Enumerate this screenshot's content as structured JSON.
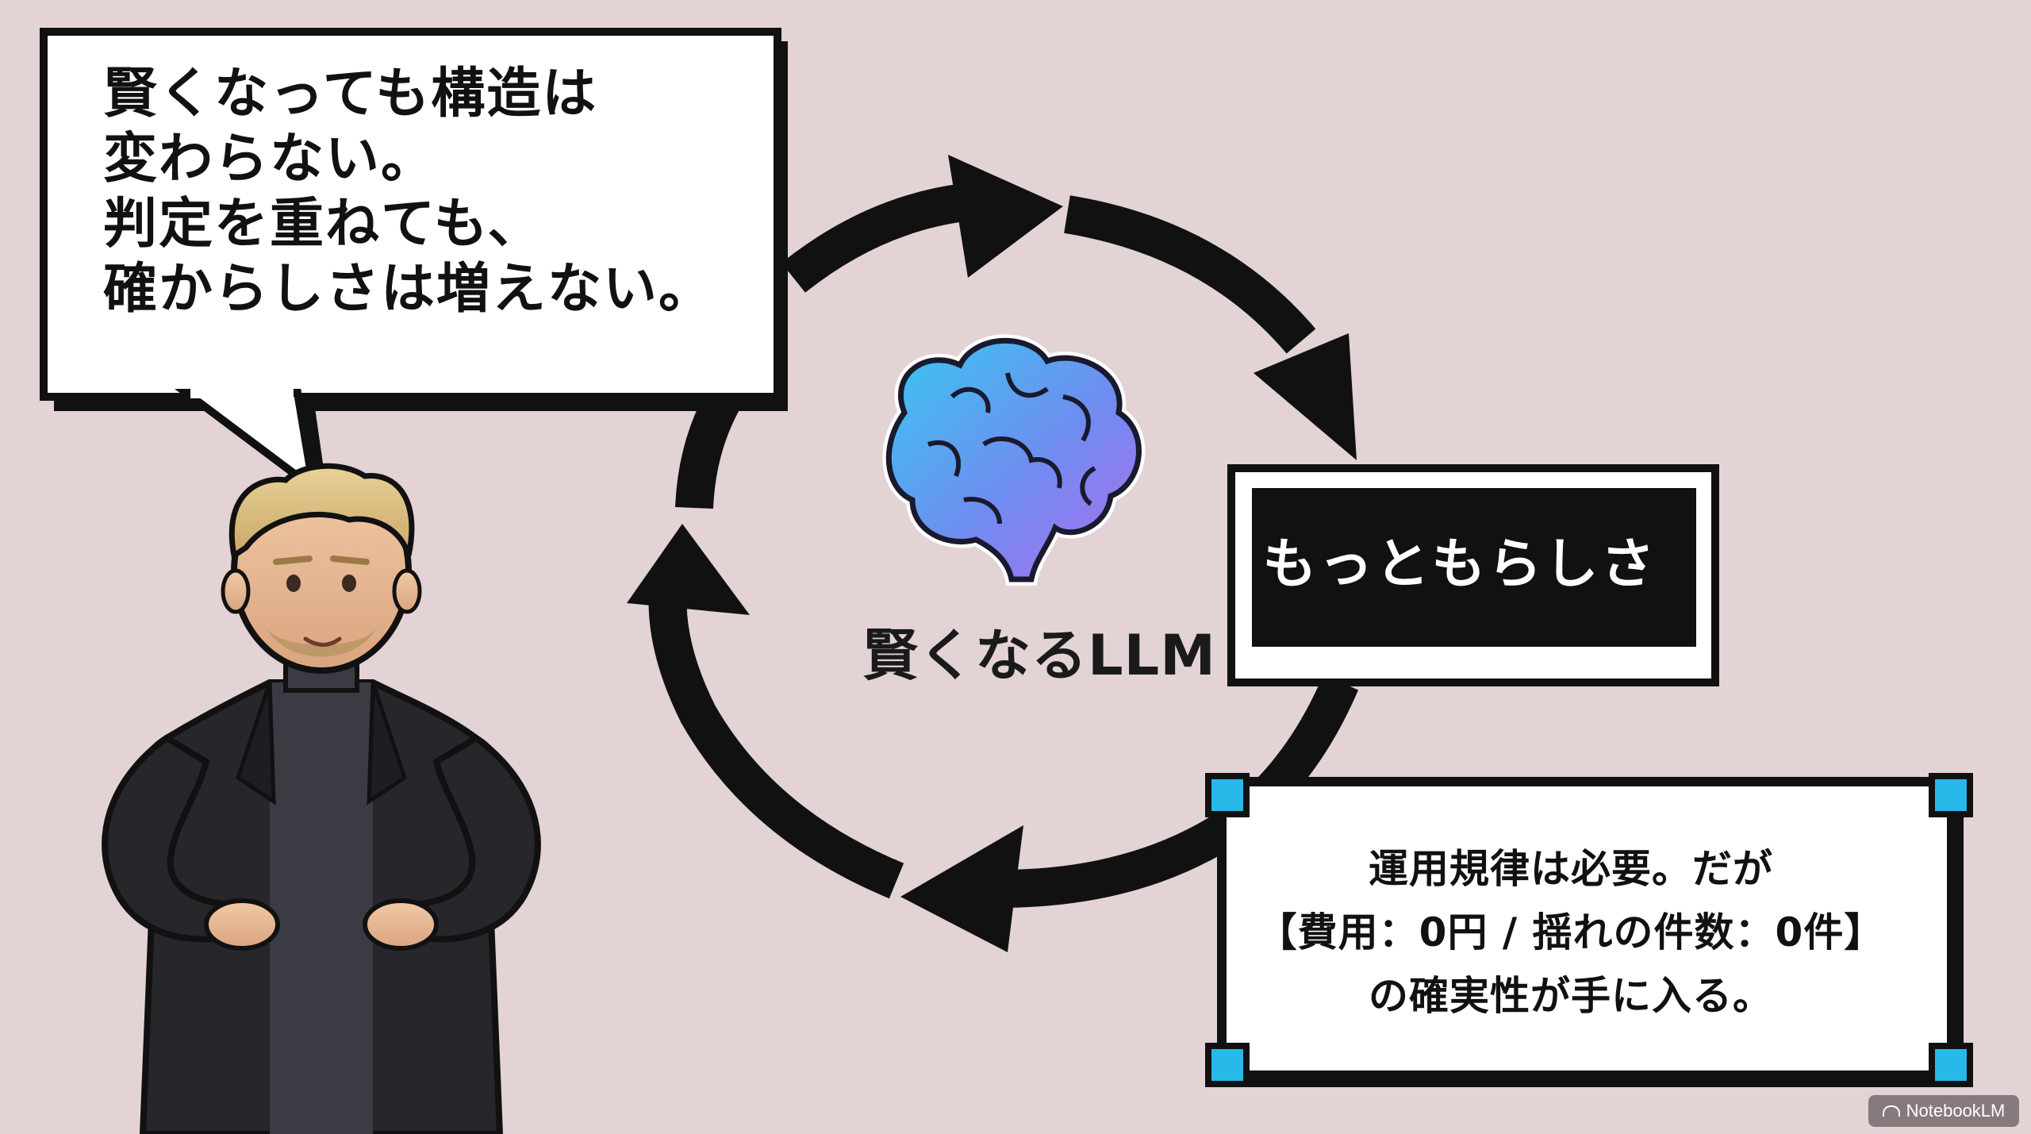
{
  "speech_bubble": {
    "lines": [
      "賢くなっても構造は",
      "変わらない。",
      "判定を重ねても、",
      "確からしさは増えない。"
    ]
  },
  "cycle": {
    "center_label": "賢くなるLLM",
    "center_icon": "brain-icon",
    "output_label": "もっともらしさ"
  },
  "note_box": {
    "lines": [
      "運用規律は必要。だが",
      "【費用：0円 / 揺れの件数：0件】",
      "の確実性が手に入る。"
    ]
  },
  "watermark": {
    "label": "NotebookLM"
  },
  "colors": {
    "background": "#e3d3d5",
    "ink": "#111111",
    "accent_cyan": "#29b9e8",
    "box_fill": "#ffffff"
  }
}
